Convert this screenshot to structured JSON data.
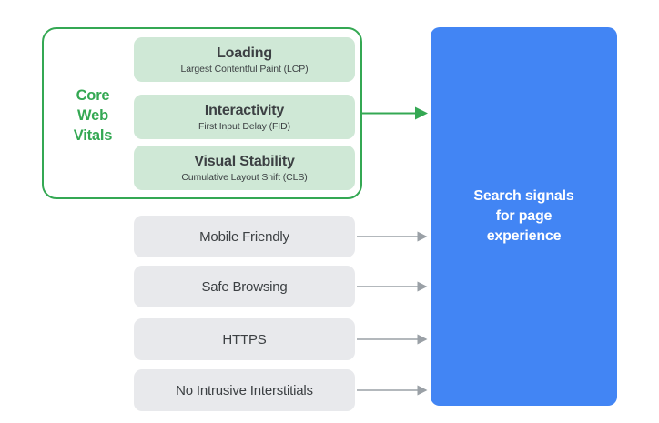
{
  "diagram": {
    "title_hidden": "",
    "core_web_vitals": {
      "label": "Core\nWeb\nVitals",
      "border_color": "#34a853",
      "label_color": "#34a853",
      "card_color": "#cfe8d6",
      "items": [
        {
          "title": "Loading",
          "subtitle": "Largest Contentful Paint (LCP)"
        },
        {
          "title": "Interactivity",
          "subtitle": "First Input Delay (FID)"
        },
        {
          "title": "Visual Stability",
          "subtitle": "Cumulative Layout Shift (CLS)"
        }
      ]
    },
    "other_signals": {
      "card_color": "#e8e9ec",
      "items": [
        {
          "label": "Mobile Friendly"
        },
        {
          "label": "Safe Browsing"
        },
        {
          "label": "HTTPS"
        },
        {
          "label": "No Intrusive Interstitials"
        }
      ]
    },
    "outcome": {
      "label": "Search signals\nfor page\nexperience",
      "color": "#4285f4",
      "text_color": "#ffffff"
    },
    "arrows": {
      "core_arrow_color": "#34a853",
      "signal_arrow_color": "#9aa0a6"
    }
  }
}
